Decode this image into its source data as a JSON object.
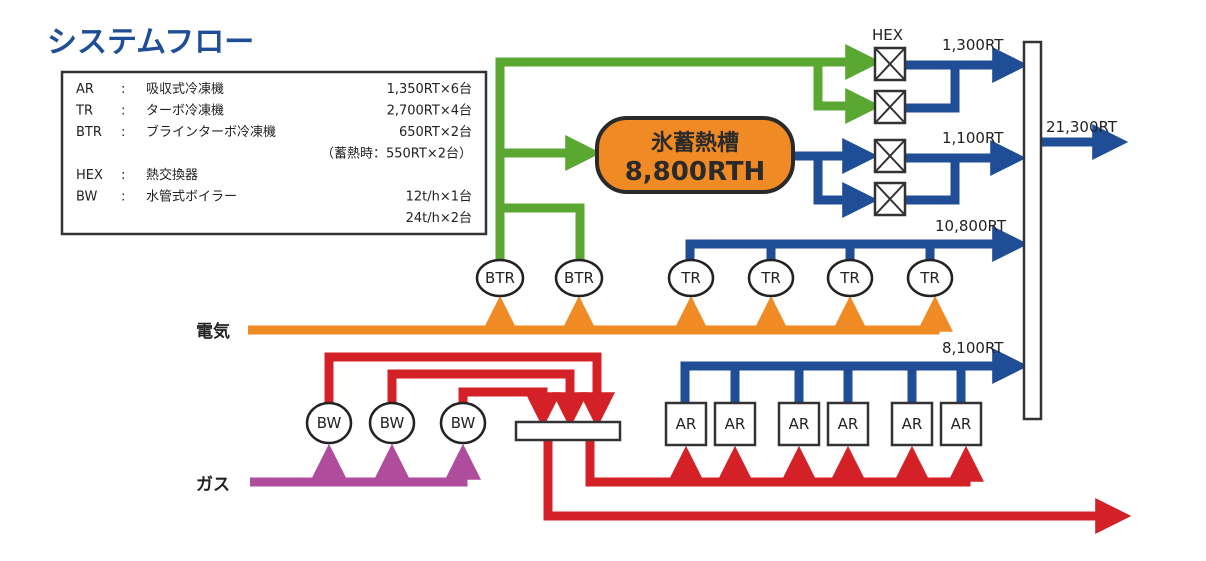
{
  "title": "システムフロー",
  "legend": [
    {
      "code": "AR",
      "sep": ":",
      "name": "吸収式冷凍機",
      "spec": "1,350RT×6台"
    },
    {
      "code": "TR",
      "sep": ":",
      "name": "ターボ冷凍機",
      "spec": "2,700RT×4台"
    },
    {
      "code": "BTR",
      "sep": ":",
      "name": "ブラインターボ冷凍機",
      "spec": "650RT×2台"
    },
    {
      "code": "",
      "sep": "",
      "name": "",
      "spec": "（蓄熱時：550RT×2台）"
    },
    {
      "code": "HEX",
      "sep": ":",
      "name": "熱交換器",
      "spec": ""
    },
    {
      "code": "BW",
      "sep": ":",
      "name": "水管式ボイラー",
      "spec": "12t/h×1台"
    },
    {
      "code": "",
      "sep": "",
      "name": "",
      "spec": "24t/h×2台"
    }
  ],
  "sources": {
    "electricity": "電気",
    "gas": "ガス"
  },
  "tank": {
    "line1": "氷蓄熱槽",
    "line2": "8,800RTH"
  },
  "hex_label": "HEX",
  "outputs": {
    "hex_top": "1,300RT",
    "hex_bottom": "1,100RT",
    "tr": "10,800RT",
    "ar": "8,100RT",
    "total": "21,300RT"
  },
  "nodes": {
    "btr": [
      "BTR",
      "BTR"
    ],
    "tr": [
      "TR",
      "TR",
      "TR",
      "TR"
    ],
    "bw": [
      "BW",
      "BW",
      "BW"
    ],
    "ar": [
      "AR",
      "AR",
      "AR",
      "AR",
      "AR",
      "AR"
    ]
  },
  "colors": {
    "title": "#1f4e96",
    "chilled_water": "#1f4e96",
    "brine": "#5aa832",
    "electricity": "#f08a24",
    "steam": "#d42127",
    "gas": "#b04c9c",
    "tank_fill": "#f08a24"
  }
}
